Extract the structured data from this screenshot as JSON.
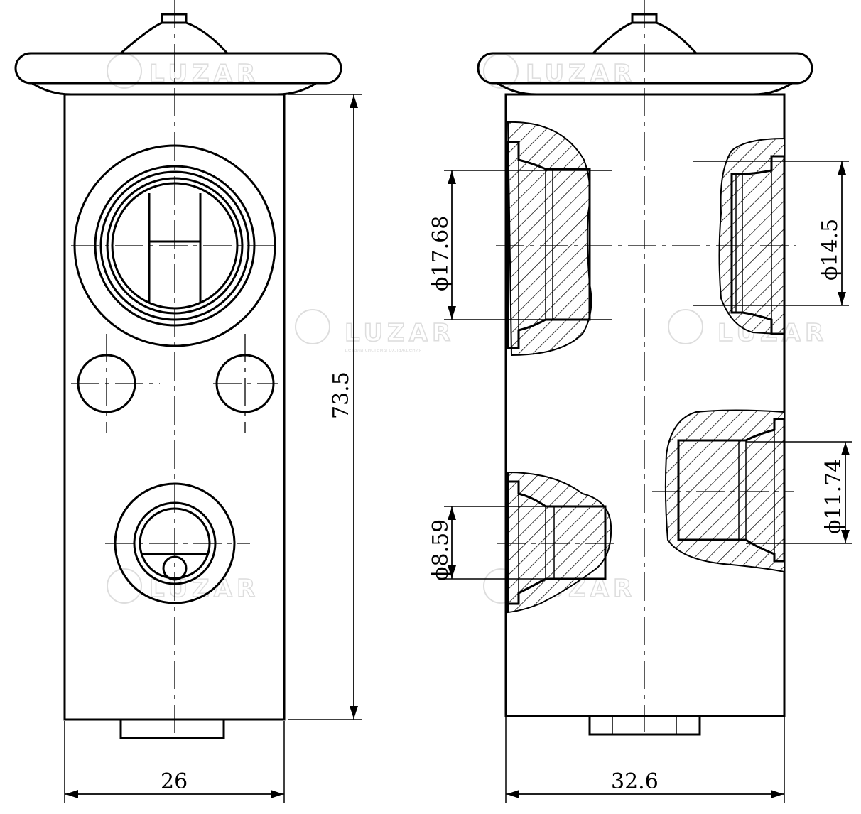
{
  "watermark": {
    "brand": "LUZAR",
    "tagline": "детали системы охлаждения"
  },
  "dimensions": {
    "left_width": "26",
    "height": "73.5",
    "right_width": "32.6",
    "port_upper_left": "ϕ17.68",
    "port_upper_right": "ϕ14.5",
    "port_lower_right": "ϕ11.74",
    "port_lower_left": "ϕ8.59"
  }
}
